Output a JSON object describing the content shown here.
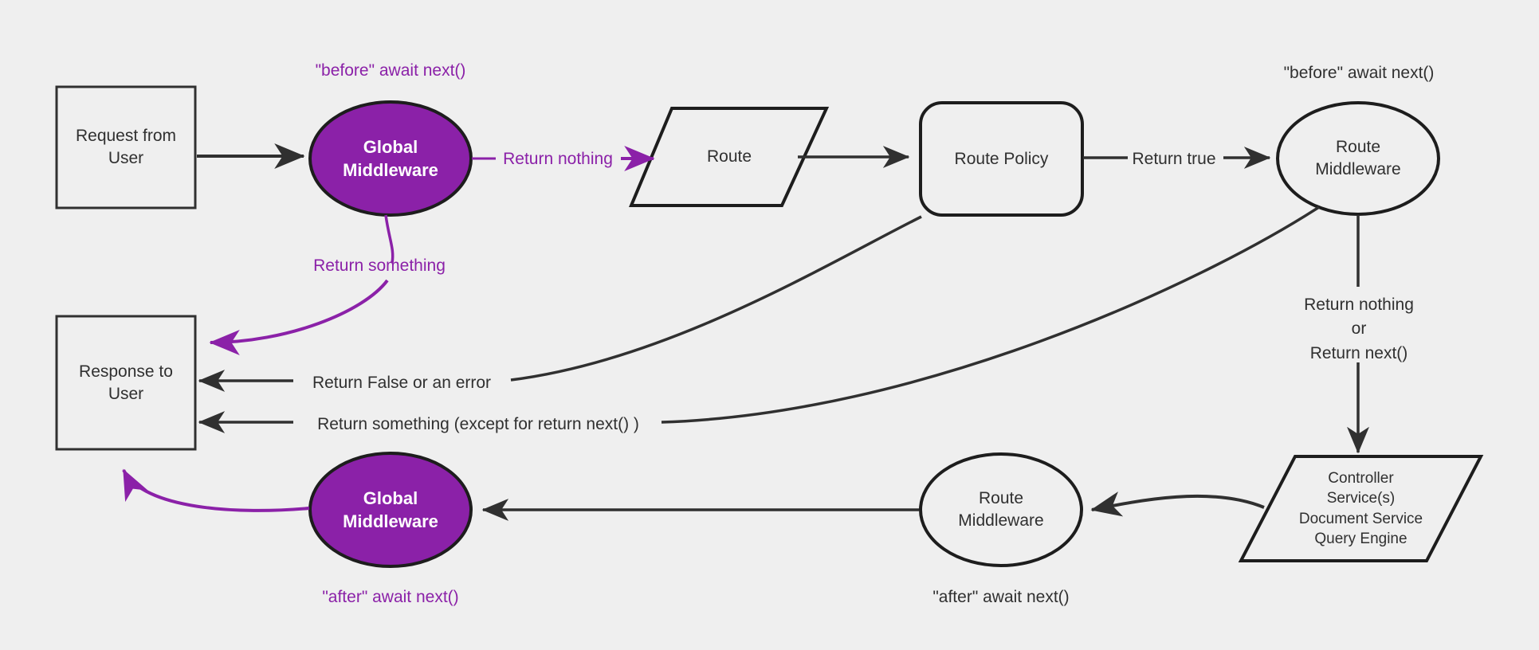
{
  "diagram": {
    "title": "Request / Middleware lifecycle flow",
    "background_color": "#efefef",
    "accent_color": "#8b21a8",
    "line_color": "#303030",
    "nodes": {
      "request_from_user": {
        "label": "Request from\nUser",
        "line1": "Request from",
        "line2": "User",
        "shape": "rectangle"
      },
      "global_middleware_before": {
        "line1": "Global",
        "line2": "Middleware",
        "shape": "ellipse",
        "fill": "#8b21a8"
      },
      "route": {
        "label": "Route",
        "shape": "parallelogram"
      },
      "route_policy": {
        "label": "Route Policy",
        "shape": "rounded-rectangle"
      },
      "route_middleware_before": {
        "line1": "Route",
        "line2": "Middleware",
        "shape": "ellipse"
      },
      "controller": {
        "line1": "Controller",
        "line2": "Service(s)",
        "line3": "Document Service",
        "line4": "Query Engine",
        "shape": "parallelogram"
      },
      "route_middleware_after": {
        "line1": "Route",
        "line2": "Middleware",
        "shape": "ellipse"
      },
      "global_middleware_after": {
        "line1": "Global",
        "line2": "Middleware",
        "shape": "ellipse",
        "fill": "#8b21a8"
      },
      "response_to_user": {
        "line1": "Response to",
        "line2": "User",
        "shape": "rectangle"
      }
    },
    "annotations": {
      "before_await_next_global": "\"before\" await next()",
      "before_await_next_route": "\"before\" await next()",
      "after_await_next_global": "\"after\" await next()",
      "after_await_next_route": "\"after\" await next()"
    },
    "edge_labels": {
      "return_nothing": "Return nothing",
      "return_something": "Return something",
      "return_true": "Return true",
      "return_false_or_error": "Return False or an error",
      "return_something_except": "Return something (except for return next() )",
      "return_nothing_or_next_l1": "Return nothing",
      "return_nothing_or_next_l2": "or",
      "return_nothing_or_next_l3": "Return next()"
    }
  }
}
